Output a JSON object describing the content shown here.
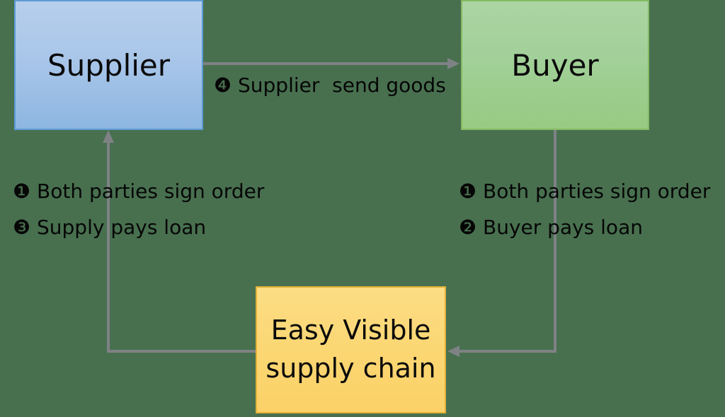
{
  "background_color": "#48704F",
  "nodes": {
    "supplier": {
      "label": "Supplier",
      "fill_top": "#b7ceec",
      "fill_bottom": "#8db6e1",
      "border_color": "#5b9bd5"
    },
    "buyer": {
      "label": "Buyer",
      "fill_top": "#abd4a2",
      "fill_bottom": "#97ca81",
      "border_color": "#85ba62"
    },
    "chain": {
      "label_line1": "Easy Visible",
      "label_line2": "supply chain",
      "fill_top": "#fcdd85",
      "fill_bottom": "#fbd168",
      "border_color": "#e2b138"
    }
  },
  "edges": {
    "color": "#7f8285",
    "supplier_to_buyer": {
      "label": "❹ Supplier  send goods",
      "direction": "supplier-to-buyer"
    },
    "chain_to_supplier": {
      "direction": "chain-to-supplier"
    },
    "buyer_to_chain": {
      "direction": "buyer-to-chain"
    }
  },
  "annotations": {
    "left": {
      "line1": "❶ Both parties sign order",
      "line2": "❸ Supply pays loan"
    },
    "right": {
      "line1": "❶ Both parties sign order",
      "line2": "❷ Buyer pays loan"
    }
  }
}
